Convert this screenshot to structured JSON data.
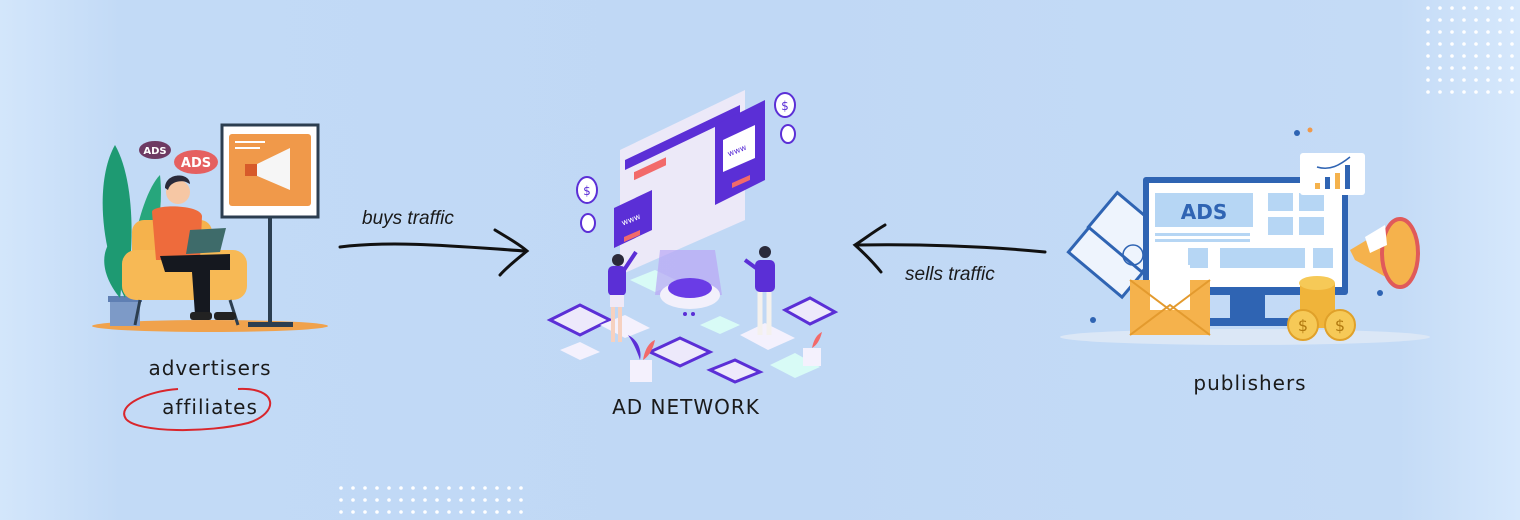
{
  "advertisers": {
    "label": "advertisers",
    "sublabel": "affiliates",
    "bubble_1": "ADS",
    "bubble_2": "ADS"
  },
  "flow": {
    "buys_label": "buys traffic",
    "sells_label": "sells traffic"
  },
  "network": {
    "label": "AD NETWORK",
    "screen_1": "www",
    "screen_2": "www",
    "coin_symbol": "$"
  },
  "publishers": {
    "label": "publishers",
    "banner": "ADS",
    "coin_symbol": "$"
  },
  "colors": {
    "background": "#c2daf6",
    "purple": "#5b2fd6",
    "orange": "#f0994a",
    "blue": "#2f64b3",
    "highlight": "#d9262c"
  }
}
